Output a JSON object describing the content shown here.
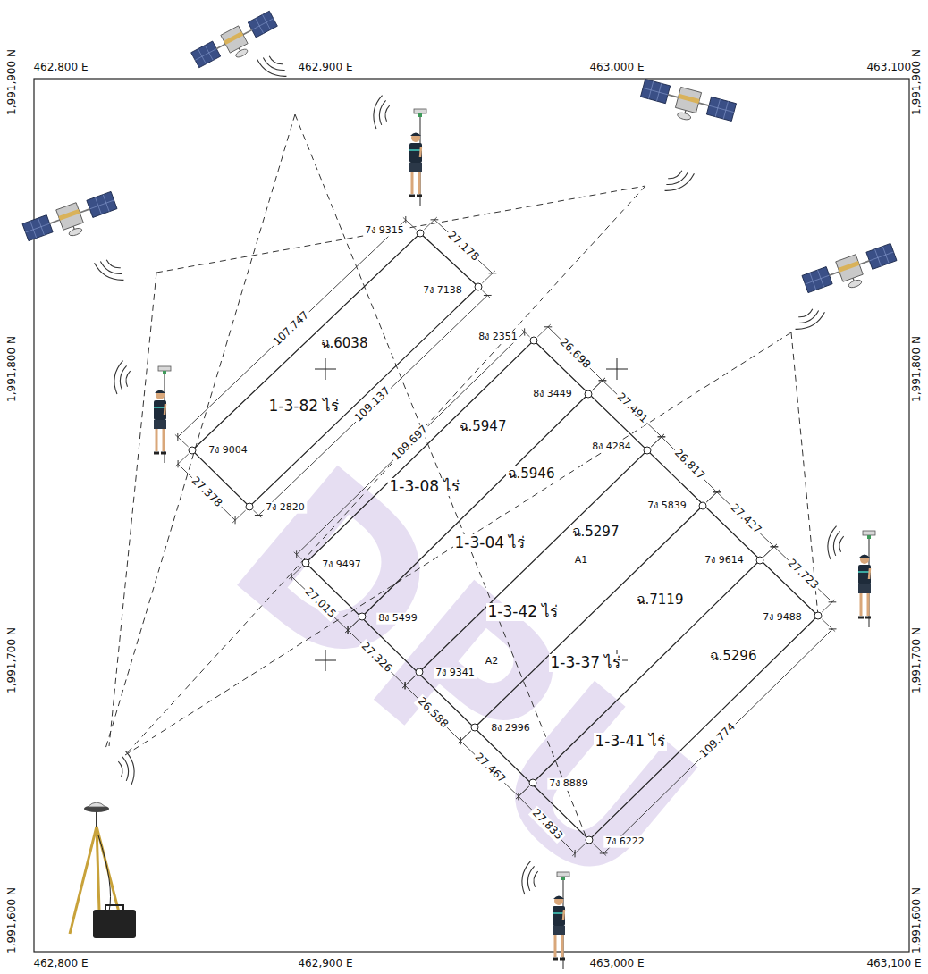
{
  "diagram": {
    "nodes": [
      {
        "text": [
          "ฉ.6038",
          "1-3-82 ไร่"
        ]
      },
      {
        "text": [
          "ฉ.5947",
          "1-3-08 ไร่"
        ]
      },
      {
        "text": [
          "ฉ.5946",
          "1-3-04 ไร่"
        ]
      },
      {
        "text": [
          "ฉ.5297",
          "1-3-42 ไร่"
        ]
      },
      {
        "text": [
          "ฉ.7119",
          "1-3-37 ไร่"
        ]
      },
      {
        "text": [
          "ฉ.5296",
          "1-3-41 ไร่"
        ]
      }
    ],
    "labels": [
      "462,800 E",
      "462,900 E",
      "463,000 E",
      "463,100 E",
      "1,991,900 N",
      "1,991,900 N",
      "1,991,800 N",
      "1,991,800 N",
      "1,991,700 N",
      "1,991,700 N",
      "1,991,600 N",
      "1,991,600 N",
      "462,800 E",
      "462,900 E",
      "463,000 E",
      "463,100 E",
      "7ง 9315",
      "7ง 7138",
      "7ง 9004",
      "7ง 2820",
      "8ง 2351",
      "8ง 3449",
      "8ง 4284",
      "7ง 5839",
      "7ง 9614",
      "7ง 9488",
      "7ง 9497",
      "8ง 5499",
      "7ง 9341",
      "8ง 2996",
      "7ง 8889",
      "7ง 6222",
      "27.178",
      "107.747",
      "109.137",
      "109.697",
      "27.378",
      "26.698",
      "27.491",
      "26.817",
      "27.427",
      "27.723",
      "27.015",
      "27.326",
      "26.588",
      "27.467",
      "27.833",
      "109.774",
      "A1",
      "A2",
      "DPU"
    ]
  }
}
